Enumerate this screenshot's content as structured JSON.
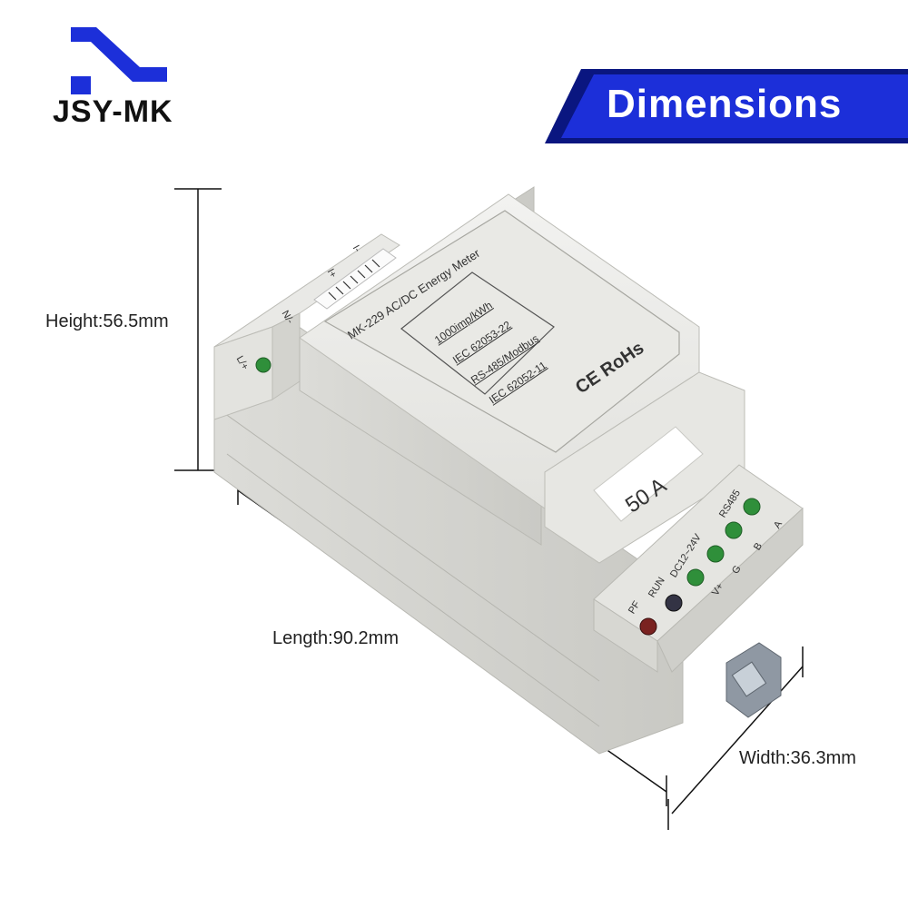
{
  "brand": {
    "name": "JSY-MK",
    "mark_color": "#1C2FD9",
    "logo_icon": "jsy-mk-logo-icon"
  },
  "banner": {
    "title": "Dimensions",
    "color": "#1C2FD9",
    "accent_color": "#0A1680"
  },
  "dimensions": {
    "height": "Height:56.5mm",
    "length": "Length:90.2mm",
    "width": "Width:36.3mm"
  },
  "product": {
    "model": "MK-229 AC/DC Energy Meter",
    "specs": [
      "1000imp/kWh",
      "IEC 62053-22",
      "RS-485/Modbus",
      "IEC 62052-11"
    ],
    "certs": "CE RoHs",
    "current_rating": "50 A",
    "terminal_labels_top": [
      "L/+",
      "N/-",
      "I+",
      "I-"
    ],
    "terminal_labels_bottom": [
      "PF",
      "RUN",
      "DC12~24V",
      "V+",
      "G",
      "RS485",
      "B",
      "A"
    ],
    "body_color": "#E6E6E2",
    "connector_color": "#2F8F3A"
  }
}
